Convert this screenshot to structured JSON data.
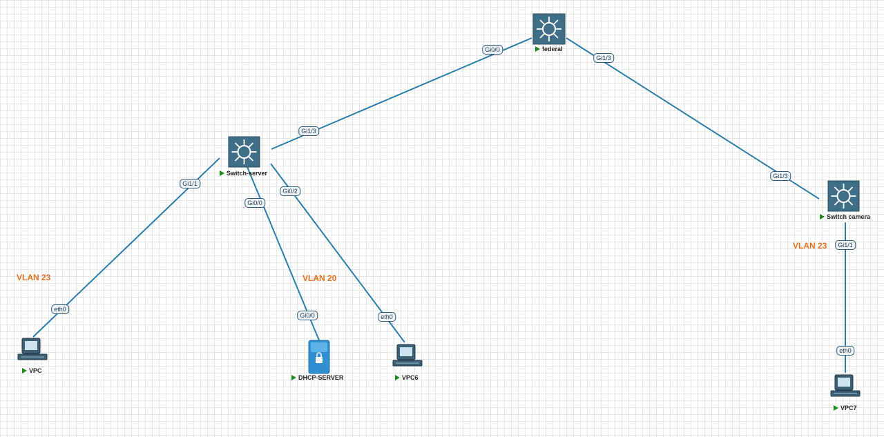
{
  "nodes": {
    "federal": "federal",
    "switch_server": "Switch-server",
    "switch_camera": "Switch camera",
    "vpc": "VPC",
    "dhcp": "DHCP-SERVER",
    "vpc6": "VPC6",
    "vpc7": "VPC7"
  },
  "ports": {
    "federal_gi00": "Gi0/0",
    "federal_gi13": "Gi1/3",
    "server_gi13": "Gi1/3",
    "server_gi11": "Gi1/1",
    "server_gi00": "Gi0/0",
    "server_gi02": "Gi0/2",
    "camera_gi13": "Gi1/3",
    "camera_gi11": "Gi1/1",
    "vpc_eth0": "eth0",
    "dhcp_gi00": "Gi0/0",
    "vpc6_eth0": "eth0",
    "vpc7_eth0": "eth0"
  },
  "vlans": {
    "left": "VLAN 23",
    "middle": "VLAN 20",
    "right": "VLAN 23"
  },
  "colors": {
    "link": "#2a7cab",
    "switch": "#3f6e88",
    "vlan_text": "#e8701e",
    "running": "#1a8a1a"
  }
}
